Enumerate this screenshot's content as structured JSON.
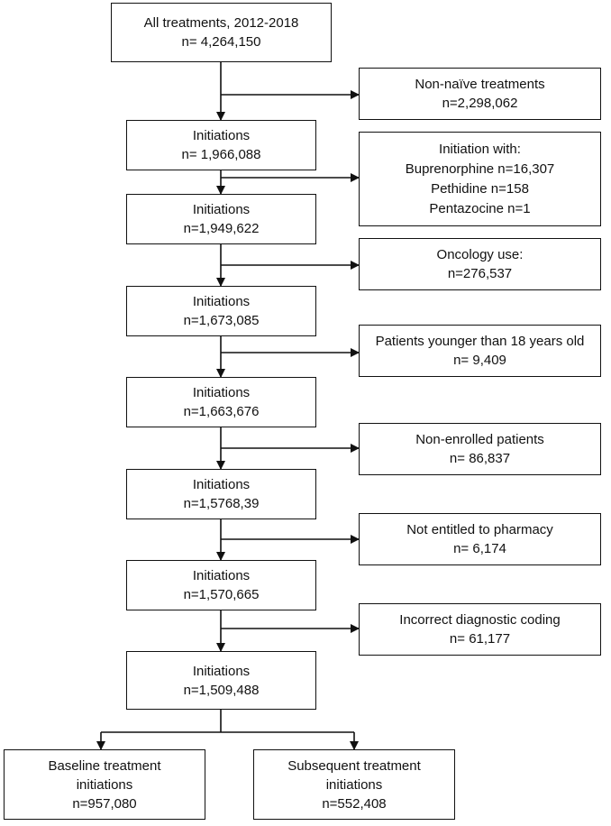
{
  "main_flow": [
    {
      "line1": "All treatments, 2012-2018",
      "line2": "n= 4,264,150"
    },
    {
      "line1": "Initiations",
      "line2": "n= 1,966,088"
    },
    {
      "line1": "Initiations",
      "line2": "n=1,949,622"
    },
    {
      "line1": "Initiations",
      "line2": "n=1,673,085"
    },
    {
      "line1": "Initiations",
      "line2": "n=1,663,676"
    },
    {
      "line1": "Initiations",
      "line2": "n=1,5768,39"
    },
    {
      "line1": "Initiations",
      "line2": "n=1,570,665"
    },
    {
      "line1": "Initiations",
      "line2": "n=1,509,488"
    }
  ],
  "exclusions": [
    {
      "line1": "Non-naïve treatments",
      "line2": "n=2,298,062"
    },
    {
      "line1": "Initiation with:",
      "line2": "Buprenorphine n=16,307",
      "line3": "Pethidine  n=158",
      "line4": "Pentazocine  n=1"
    },
    {
      "line1": "Oncology use:",
      "line2": "n=276,537"
    },
    {
      "line1": "Patients younger than 18 years old",
      "line2": "n= 9,409"
    },
    {
      "line1": "Non-enrolled patients",
      "line2": "n= 86,837"
    },
    {
      "line1": "Not entitled to pharmacy",
      "line2": "n= 6,174"
    },
    {
      "line1": "Incorrect diagnostic coding",
      "line2": "n= 61,177"
    }
  ],
  "final_split": [
    {
      "line1": "Baseline treatment",
      "line2": "initiations",
      "line3": "n=957,080"
    },
    {
      "line1": "Subsequent treatment",
      "line2": "initiations",
      "line3": "n=552,408"
    }
  ]
}
